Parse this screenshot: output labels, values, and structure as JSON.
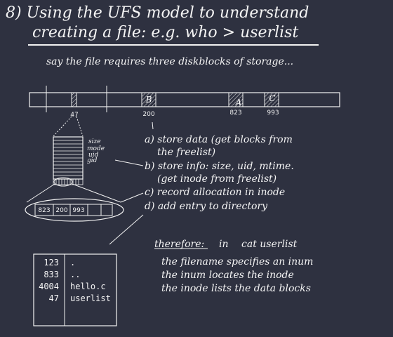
{
  "title": {
    "line1": "8) Using the UFS model to understand",
    "line2": "creating a file:  e.g.  who > userlist"
  },
  "subtitle": "say the file requires three diskblocks of storage...",
  "disk": {
    "blocks": [
      {
        "number": "47",
        "letter": ""
      },
      {
        "number": "200",
        "letter": "B"
      },
      {
        "number": "823",
        "letter": "A"
      },
      {
        "number": "993",
        "letter": "C"
      }
    ]
  },
  "inode": {
    "fields": [
      "size",
      "mode",
      "uid",
      "gid"
    ],
    "block_list": [
      "823",
      "200",
      "993"
    ]
  },
  "steps": [
    "a) store data (get blocks from",
    "the freelist)",
    "b) store info: size, uid, mtime.",
    "(get inode from freelist)",
    "c) record allocation in inode",
    "d) add entry to directory"
  ],
  "directory": {
    "inums": [
      "123",
      "833",
      "4004",
      "47"
    ],
    "names": [
      ".",
      "..",
      "hello.c",
      "userlist"
    ]
  },
  "therefore": {
    "label": "therefore:",
    "in_text": "in",
    "command": "cat userlist",
    "lines": [
      "the filename specifies an inum",
      "the inum locates the inode",
      "the inode lists the data blocks"
    ]
  }
}
